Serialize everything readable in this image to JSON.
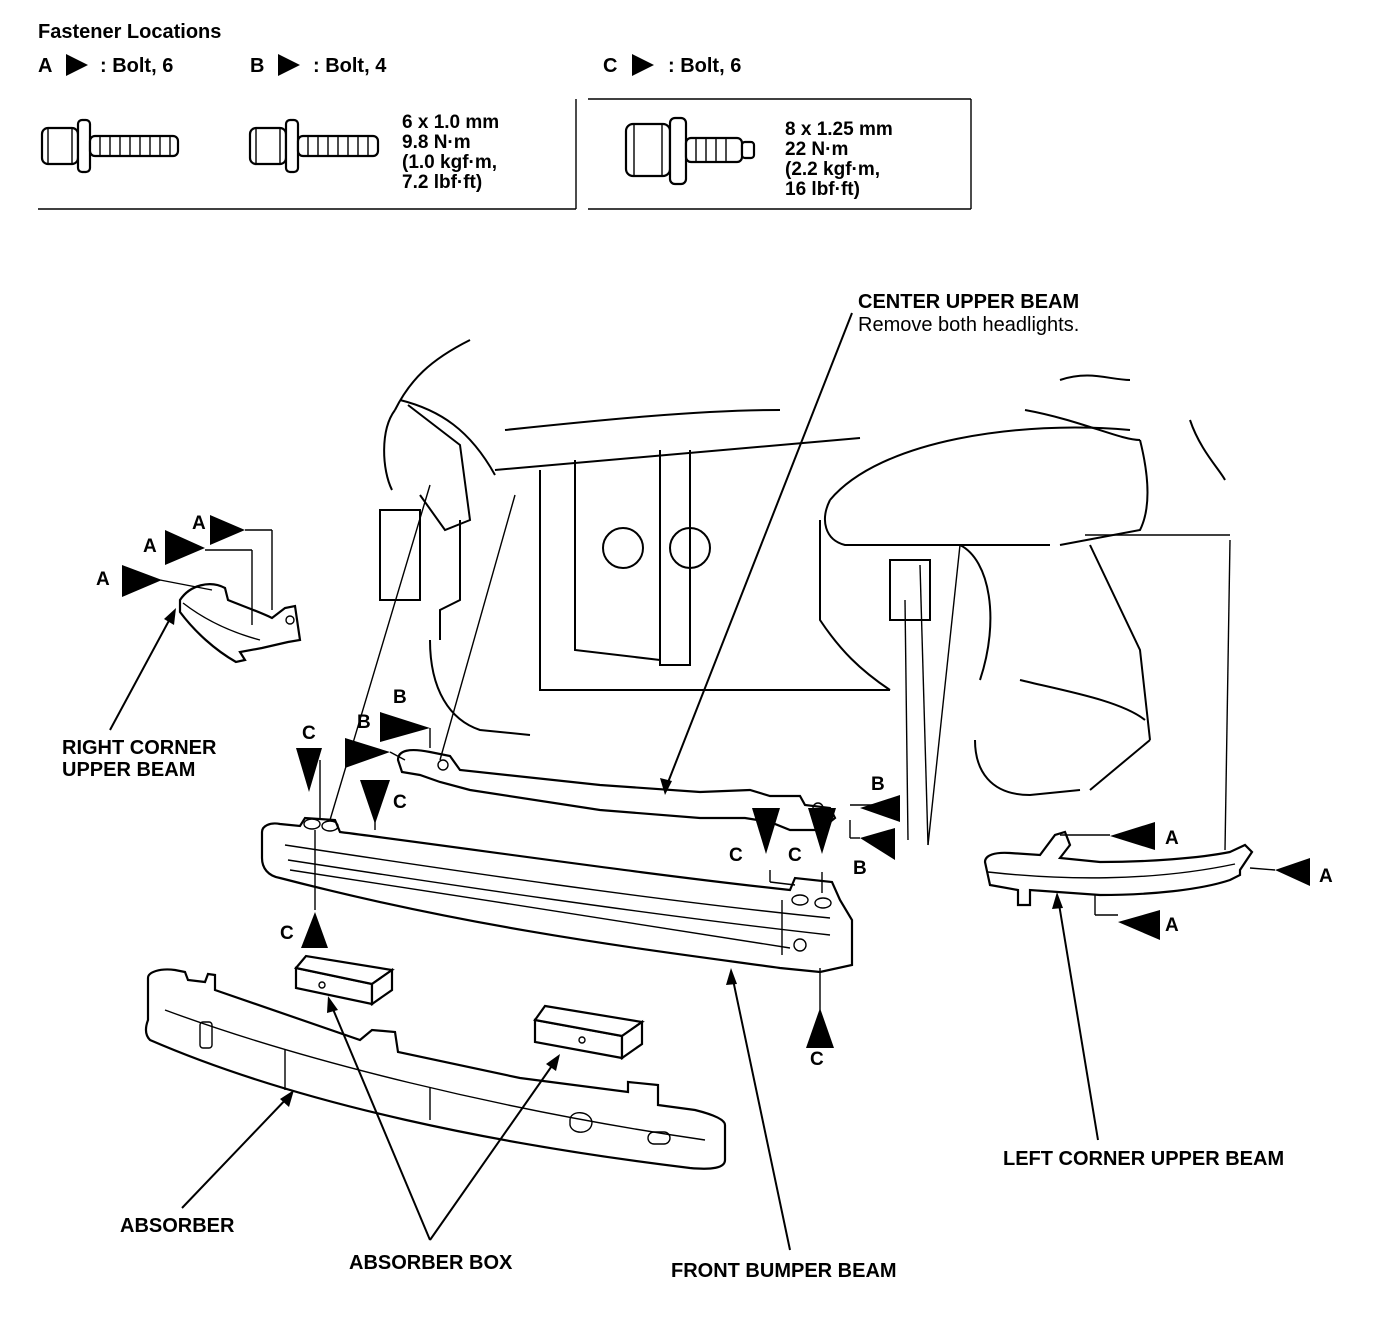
{
  "header": {
    "title": "Fastener Locations",
    "a_letter": "A",
    "a_desc": ": Bolt, 6",
    "b_letter": "B",
    "b_desc": ": Bolt, 4",
    "c_letter": "C",
    "c_desc": ": Bolt, 6"
  },
  "spec_ab": {
    "size": "6 x 1.0 mm",
    "torque": "9.8 N·m",
    "kgf": "(1.0 kgf·m,",
    "lbf": "7.2 lbf·ft)"
  },
  "spec_c": {
    "size": "8 x 1.25 mm",
    "torque": "22 N·m",
    "kgf": "(2.2 kgf·m,",
    "lbf": "16 lbf·ft)"
  },
  "labels": {
    "center_upper_beam": "CENTER UPPER BEAM",
    "center_note": "Remove both headlights.",
    "right_corner_1": "RIGHT CORNER",
    "right_corner_2": "UPPER BEAM",
    "left_corner": "LEFT CORNER UPPER BEAM",
    "absorber": "ABSORBER",
    "absorber_box": "ABSORBER BOX",
    "front_bumper_beam": "FRONT BUMPER BEAM"
  },
  "callouts": {
    "a": "A",
    "b": "B",
    "c": "C"
  }
}
